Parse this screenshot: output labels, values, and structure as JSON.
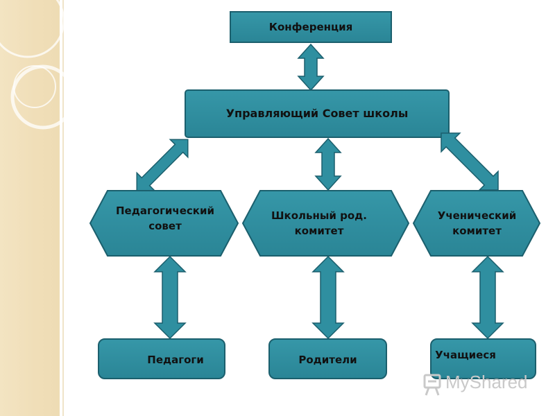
{
  "nodes": {
    "conference": "Конференция",
    "governing_council": "Управляющий Совет школы",
    "pedagogical_council": "Педагогический совет",
    "parent_committee": "Школьный род. комитет",
    "student_committee": "Ученический комитет",
    "teachers": "Педагоги",
    "parents": "Родители",
    "students": "Учащиеся"
  },
  "watermark": "MyShared",
  "colors": {
    "node_fill": "#2f8fa0",
    "node_stroke": "#1b5f6d",
    "arrow_fill": "#2f8fa0",
    "background_panel": "#f3e4c2"
  }
}
